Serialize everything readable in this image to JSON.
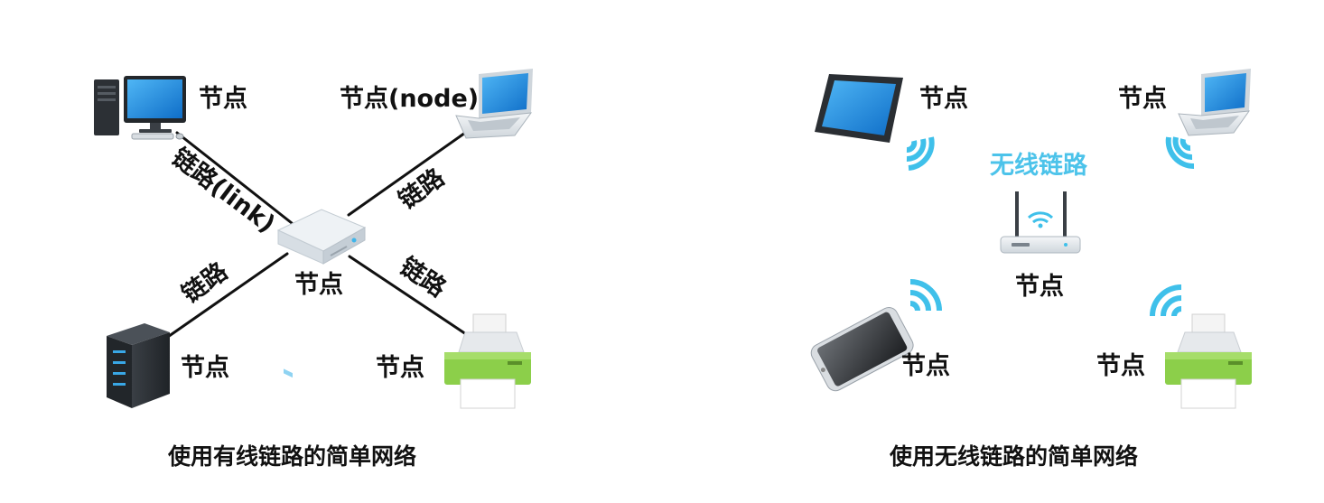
{
  "wired": {
    "caption": "使用有线链路的简单网络",
    "labels": {
      "pc": "节点",
      "laptop": "节点(node)",
      "hub": "节点",
      "server": "节点",
      "printer": "节点",
      "link_pc": "链路(link)",
      "link_laptop": "链路",
      "link_server": "链路",
      "link_printer": "链路"
    }
  },
  "wireless": {
    "caption": "使用无线链路的简单网络",
    "title": "无线链路",
    "labels": {
      "tablet": "节点",
      "laptop": "节点",
      "router": "节点",
      "phone": "节点",
      "printer": "节点"
    }
  },
  "colors": {
    "wifi": "#3fc0ea",
    "screen": "#1f8fe0",
    "printer_body": "#8ccf4a",
    "server": "#2f3338"
  }
}
